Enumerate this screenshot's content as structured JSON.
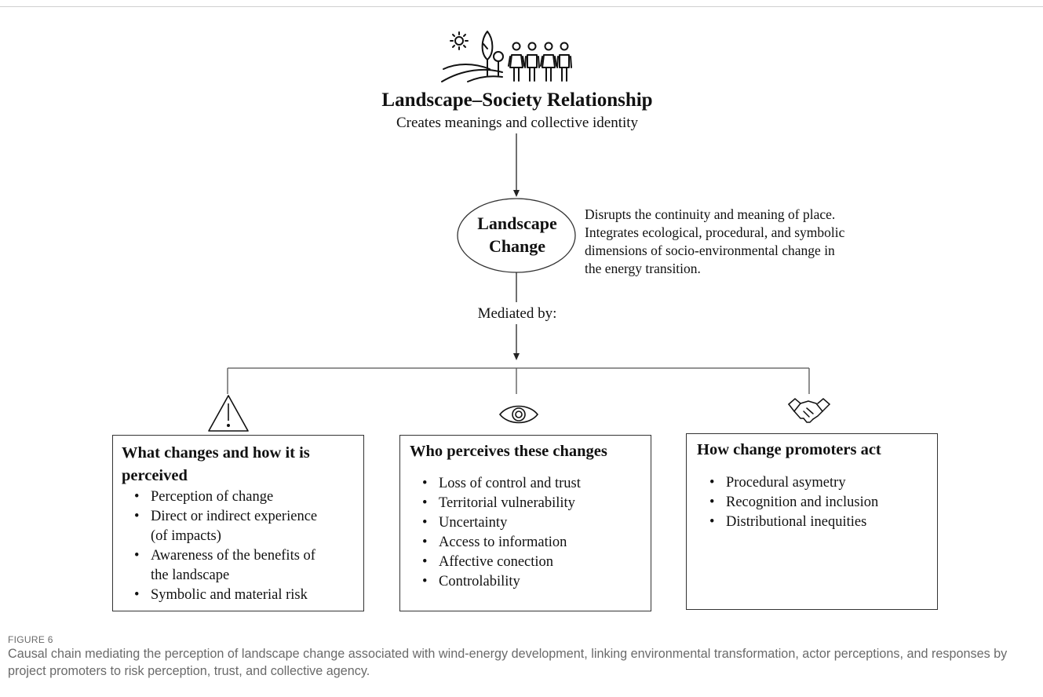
{
  "header": {
    "title": "Landscape–Society Relationship",
    "subtitle": "Creates meanings and collective identity",
    "icon": "landscape-people-icon"
  },
  "change": {
    "label_line1": "Landscape",
    "label_line2": "Change",
    "description_lines": [
      "Disrupts the continuity and meaning of place.",
      "Integrates ecological, procedural, and symbolic",
      "dimensions of socio-environmental change in",
      "the energy transition."
    ]
  },
  "mediated_label": "Mediated by:",
  "boxes": [
    {
      "icon": "warning-icon",
      "title_line1": "What changes and how it is",
      "title_line2": "perceived",
      "items": [
        "Perception of change",
        "Direct or indirect experience",
        "(of impacts)",
        "Awareness of the benefits of",
        "the landscape",
        "Symbolic and material risk"
      ]
    },
    {
      "icon": "eye-icon",
      "title": "Who perceives these changes",
      "items": [
        "Loss of control and trust",
        "Territorial vulnerability",
        "Uncertainty",
        "Access to information",
        "Affective conection",
        "Controlability"
      ]
    },
    {
      "icon": "handshake-icon",
      "title": "How change promoters act",
      "items": [
        "Procedural asymetry",
        "Recognition and inclusion",
        "Distributional inequities"
      ]
    }
  ],
  "caption": {
    "label": "FIGURE 6",
    "text": "Causal chain mediating the perception of landscape change associated with wind-energy development, linking environmental transformation, actor perceptions, and responses by project promoters to risk perception, trust, and collective agency."
  }
}
